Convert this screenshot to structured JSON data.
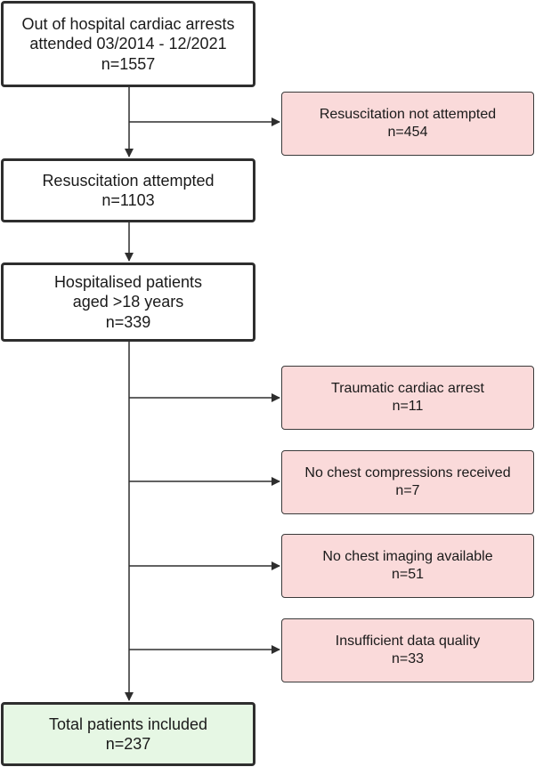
{
  "flowchart": {
    "start": {
      "line1": "Out of hospital cardiac arrests",
      "line2": "attended 03/2014 - 12/2021",
      "count": "n=1557"
    },
    "not_attempted": {
      "label": "Resuscitation not attempted",
      "count": "n=454"
    },
    "attempted": {
      "label": "Resuscitation attempted",
      "count": "n=1103"
    },
    "hospitalised": {
      "line1": "Hospitalised patients",
      "line2": "aged >18 years",
      "count": "n=339"
    },
    "exclusions": [
      {
        "label": "Traumatic cardiac arrest",
        "count": "n=11"
      },
      {
        "label": "No chest compressions received",
        "count": "n=7"
      },
      {
        "label": "No chest imaging available",
        "count": "n=51"
      },
      {
        "label": "Insufficient data quality",
        "count": "n=33"
      }
    ],
    "final": {
      "label": "Total patients included",
      "count": "n=237"
    }
  },
  "colors": {
    "exclusion_fill": "#fadada",
    "final_fill": "#e6f7e4",
    "border": "#2e2e2e"
  }
}
